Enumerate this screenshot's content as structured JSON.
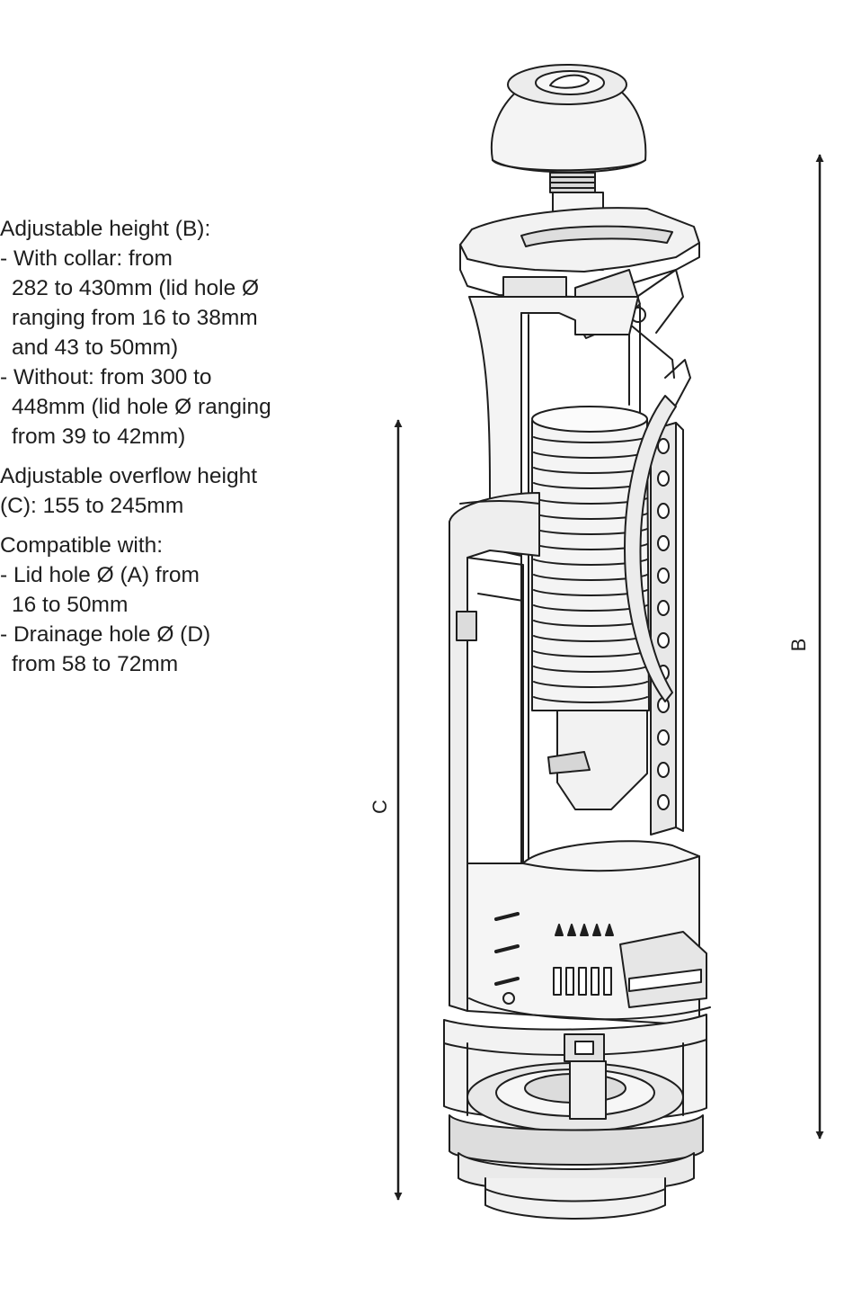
{
  "specs": {
    "adjustable_height_title": "Adjustable height (B):",
    "with_collar_1": "- With collar: from",
    "with_collar_2": "282 to 430mm (lid hole Ø",
    "with_collar_3": "ranging from 16 to 38mm",
    "with_collar_4": "and 43 to 50mm)",
    "without_1": "- Without: from 300 to",
    "without_2": "448mm (lid hole Ø ranging",
    "without_3": "from 39 to 42mm)",
    "overflow_1": "Adjustable overflow height",
    "overflow_2": "(C): 155 to 245mm",
    "compatible_title": "Compatible with:",
    "lid_hole_1": "- Lid hole Ø (A) from",
    "lid_hole_2": "16 to 50mm",
    "drain_1": "- Drainage hole Ø (D)",
    "drain_2": "from 58 to 72mm"
  },
  "dimensions": {
    "b_label": "B",
    "c_label": "C"
  },
  "colors": {
    "line": "#1e1e1e",
    "background": "#ffffff",
    "fill_light": "#f4f4f4",
    "fill_mid": "#e2e2e2"
  }
}
